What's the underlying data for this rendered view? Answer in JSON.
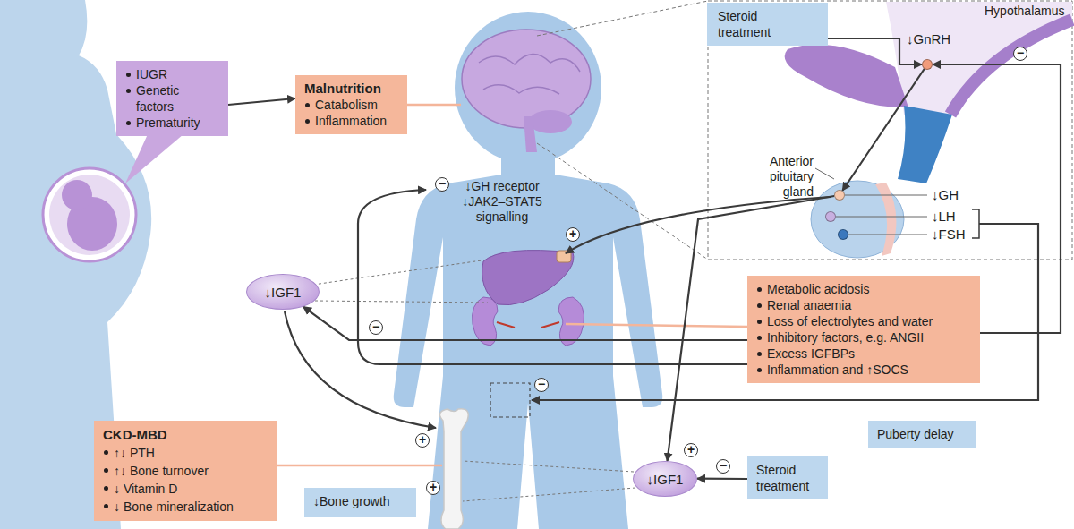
{
  "diagram": {
    "nodes": [
      {
        "text": [
          "IUGR",
          "Genetic factors",
          "Prematurity"
        ]
      },
      {
        "text": [
          "Malnutrition",
          "Catabolism",
          "Inflammation"
        ]
      },
      {
        "text": [
          "Steroid treatment"
        ]
      },
      {
        "text": [
          "↓GnRH"
        ]
      },
      {
        "text": [
          "↓GH"
        ]
      },
      {
        "text": [
          "↓LH"
        ]
      },
      {
        "text": [
          "↓FSH"
        ]
      },
      {
        "text": [
          "↓IGF1"
        ]
      },
      {
        "text": [
          "Metabolic acidosis",
          "Renal anaemia",
          "Loss of electrolytes and water",
          "Inhibitory factors, e.g. ANGII",
          "Excess IGFBPs",
          "Inflammation and ↑SOCS"
        ]
      },
      {
        "text": [
          "CKD-MBD",
          "↑↓ PTH",
          "↑↓ Bone turnover",
          "↓ Vitamin D",
          "↓ Bone mineralization"
        ]
      },
      {
        "text": [
          "↓Bone growth"
        ]
      },
      {
        "text": [
          "↓IGF1"
        ]
      },
      {
        "text": [
          "Steroid treatment"
        ]
      },
      {
        "text": [
          "Puberty delay"
        ]
      }
    ],
    "edges": [
      {
        "from": 0,
        "to": 1,
        "arrow": "to"
      },
      {
        "from": 2,
        "to": 3,
        "arrow": "to"
      },
      {
        "from": 3,
        "to": 4,
        "arrow": "to"
      },
      {
        "from": 8,
        "to": 3,
        "label": "−",
        "arrow": "to"
      },
      {
        "from": 8,
        "to": 7,
        "label": "−",
        "arrow": "to"
      },
      {
        "from": 12,
        "to": 11,
        "label": "−",
        "arrow": "to"
      },
      {
        "from": 4,
        "to": 11,
        "label": "+",
        "arrow": "to"
      }
    ],
    "labels": [
      "Hypothalamus",
      "Anterior pituitary gland",
      "↓GH receptor ↓JAK2–STAT5 signalling",
      "−",
      "+",
      "+",
      "−",
      "+"
    ]
  }
}
